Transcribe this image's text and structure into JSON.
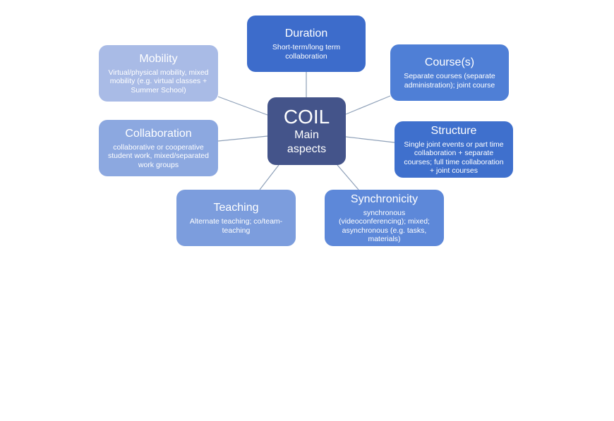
{
  "diagram": {
    "center": {
      "title": "COIL",
      "subtitle": "Main aspects"
    },
    "nodes": {
      "duration": {
        "title": "Duration",
        "description": "Short-term/long term collaboration"
      },
      "courses": {
        "title": "Course(s)",
        "description": "Separate courses (separate administration); joint course"
      },
      "structure": {
        "title": "Structure",
        "description": "Single joint events or part time collaboration + separate courses; full time collaboration + joint courses"
      },
      "synchronicity": {
        "title": "Synchronicity",
        "description": "synchronous (videoconferencing); mixed; asynchronous (e.g. tasks, materials)"
      },
      "teaching": {
        "title": "Teaching",
        "description": "Alternate teaching; co/team-teaching"
      },
      "collaboration": {
        "title": "Collaboration",
        "description": "collaborative or cooperative student work, mixed/separated work groups"
      },
      "mobility": {
        "title": "Mobility",
        "description": "Virtual/physical mobility, mixed mobility (e.g. virtual classes + Summer School)"
      }
    },
    "colors": {
      "center": "#44548a",
      "duration": "#3d6ccb",
      "courses": "#4f7fd6",
      "structure": "#3f70cd",
      "synchronicity": "#5d88d9",
      "teaching": "#7c9ddd",
      "collaboration": "#8ca8e0",
      "mobility": "#a9bbe6",
      "connector": "#8ea0b8"
    }
  }
}
